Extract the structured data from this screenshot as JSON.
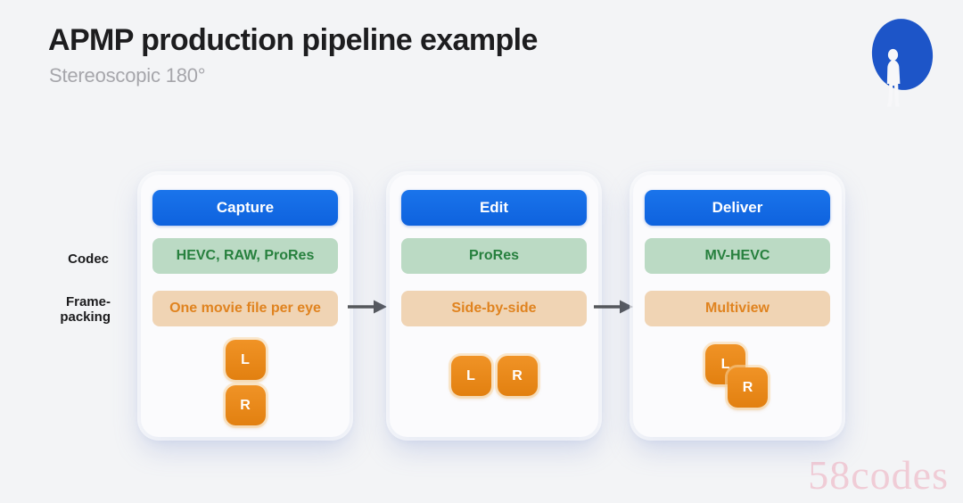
{
  "header": {
    "title": "APMP production pipeline example",
    "subtitle": "Stereoscopic 180°"
  },
  "row_labels": {
    "codec": "Codec",
    "frame_packing": "Frame-packing"
  },
  "stages": [
    {
      "name": "Capture",
      "codec": "HEVC, RAW, ProRes",
      "frame_packing": "One movie file per eye",
      "eye_layout": "stacked",
      "eyes": [
        "L",
        "R"
      ]
    },
    {
      "name": "Edit",
      "codec": "ProRes",
      "frame_packing": "Side-by-side",
      "eye_layout": "side-by-side",
      "eyes": [
        "L",
        "R"
      ]
    },
    {
      "name": "Deliver",
      "codec": "MV-HEVC",
      "frame_packing": "Multiview",
      "eye_layout": "overlapping",
      "eyes": [
        "L",
        "R"
      ]
    }
  ],
  "icons": {
    "person": "person-in-blue-circle",
    "arrow": "right-arrow"
  },
  "watermark": "58codes",
  "colors": {
    "background": "#f3f4f6",
    "accent_blue": "#1269e4",
    "codec_green_bg": "#bbdac4",
    "codec_green_text": "#27803e",
    "packing_orange_bg": "#f0d4b4",
    "packing_orange_text": "#e0831f",
    "eye_orange": "#e8891b",
    "arrow_gray": "#54575b",
    "person_circle_blue": "#1d55c8",
    "watermark_pink": "#ec94aa"
  }
}
